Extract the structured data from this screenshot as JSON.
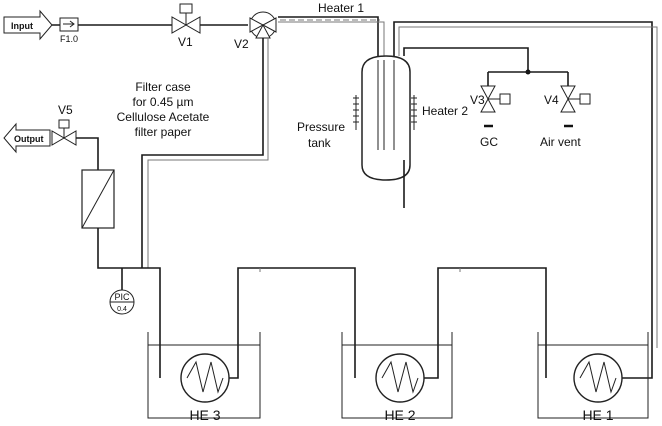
{
  "labels": {
    "input": "Input",
    "flow_meter": "F1.0",
    "v1": "V1",
    "v2": "V2",
    "heater1": "Heater 1",
    "filter_case": [
      "Filter case",
      "for 0.45 µm",
      "Cellulose Acetate",
      "filter paper"
    ],
    "v5": "V5",
    "output": "Output",
    "pressure_tank": [
      "Pressure",
      "tank"
    ],
    "heater2": "Heater 2",
    "v3": "V3",
    "v4": "V4",
    "gc": "GC",
    "air_vent": "Air vent",
    "pic": [
      "PIC",
      "0.4"
    ],
    "he3": "HE 3",
    "he2": "HE 2",
    "he1": "HE 1"
  }
}
